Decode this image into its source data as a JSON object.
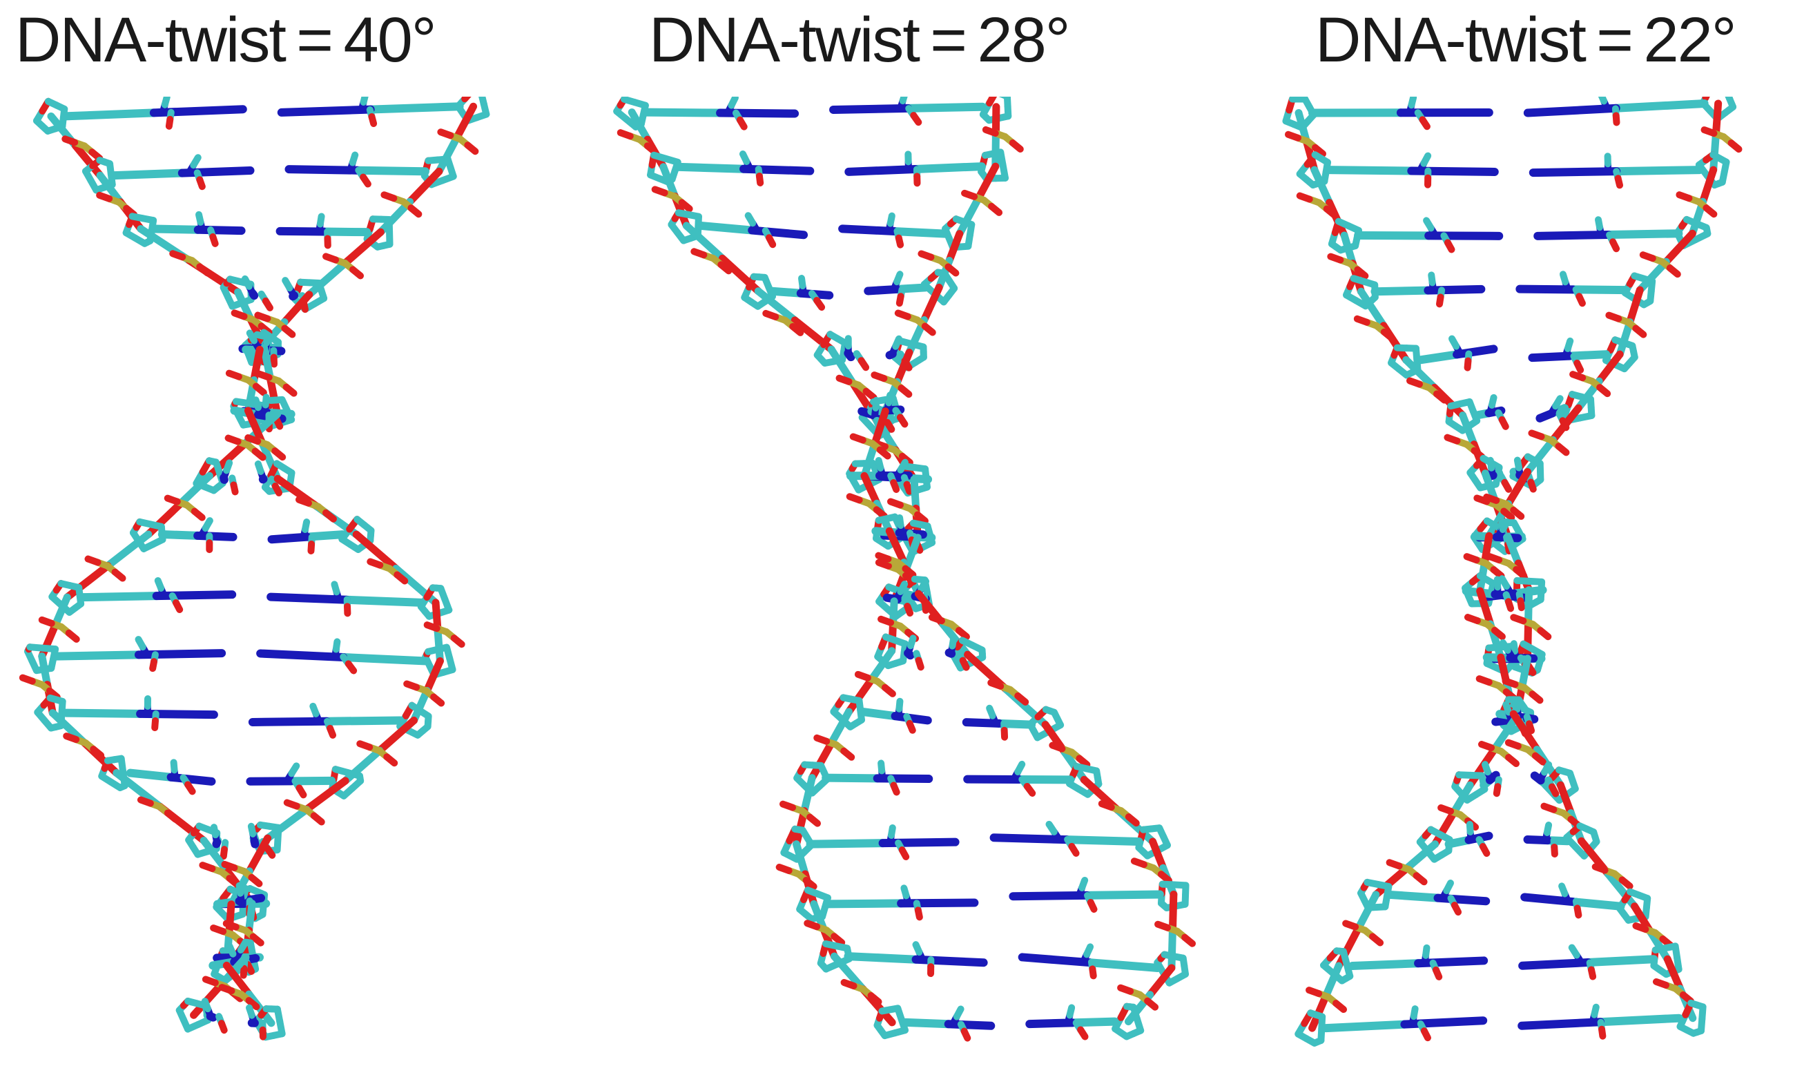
{
  "panels": [
    {
      "title": "DNA-twist = 40°",
      "twist_degrees": 40
    },
    {
      "title": "DNA-twist = 28°",
      "twist_degrees": 28
    },
    {
      "title": "DNA-twist = 22°",
      "twist_degrees": 22
    }
  ],
  "colors": {
    "carbon": "#3fbfc0",
    "nitrogen": "#1a1ab8",
    "oxygen": "#e02020",
    "phosphorus": "#b8a838",
    "title_text": "#1a1a1a",
    "background": "#ffffff"
  }
}
